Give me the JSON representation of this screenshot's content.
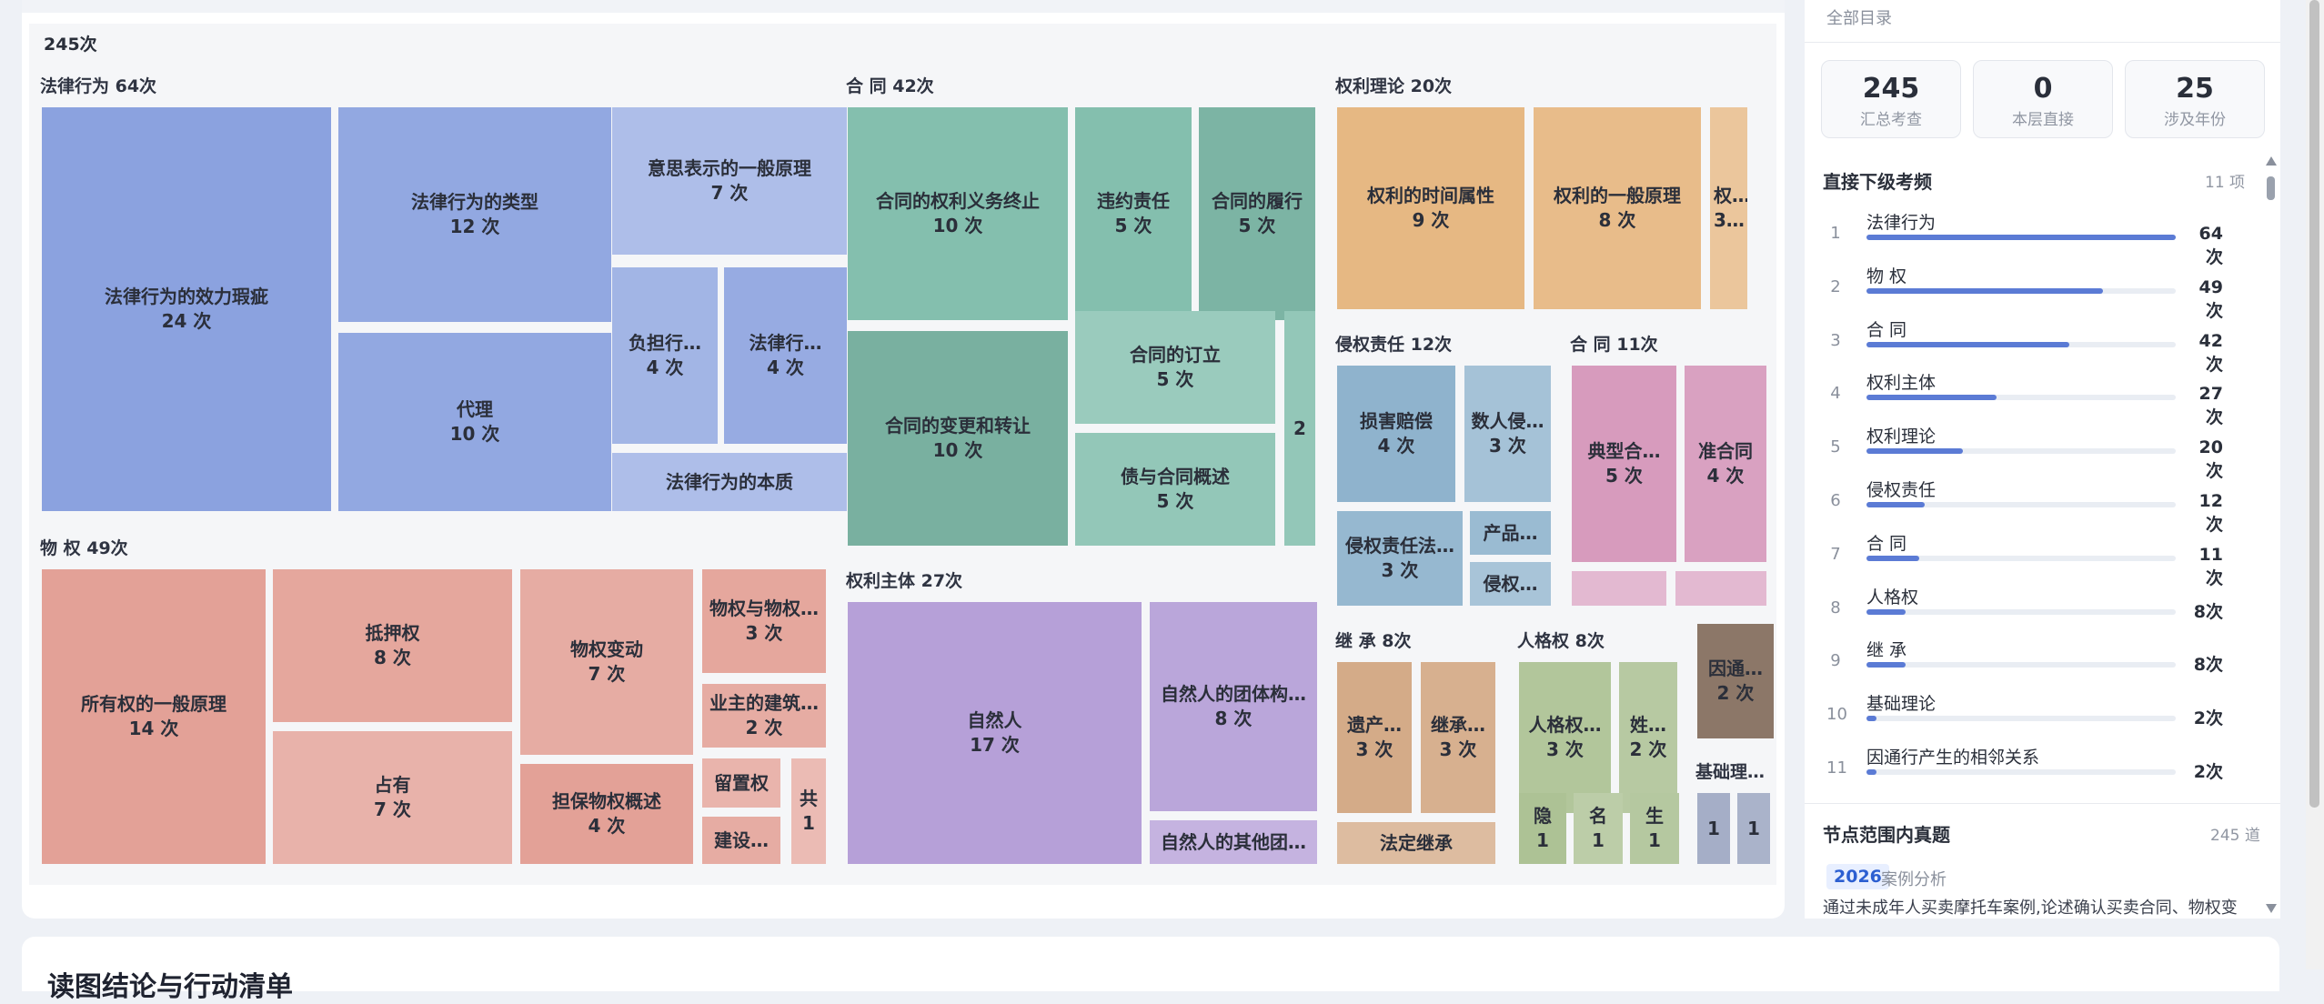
{
  "main": {
    "total_label": "245次",
    "groups": [
      {
        "title": "法律行为  64次",
        "color": "#8ba2df",
        "cells": [
          {
            "name": "法律行为的效力瑕疵",
            "count": "24 次"
          },
          {
            "name": "法律行为的类型",
            "count": "12 次"
          },
          {
            "name": "代理",
            "count": "10 次"
          },
          {
            "name": "意思表示的一般原理",
            "count": "7 次"
          },
          {
            "name": "负担行…",
            "count": "4 次"
          },
          {
            "name": "法律行…",
            "count": "4 次"
          },
          {
            "name": "法律行为的本质",
            "count": ""
          }
        ]
      },
      {
        "title": "物 权  49次",
        "color": "#e3a197",
        "cells": [
          {
            "name": "所有权的一般原理",
            "count": "14 次"
          },
          {
            "name": "抵押权",
            "count": "8 次"
          },
          {
            "name": "占有",
            "count": "7 次"
          },
          {
            "name": "物权变动",
            "count": "7 次"
          },
          {
            "name": "担保物权概述",
            "count": "4 次"
          },
          {
            "name": "物权与物权…",
            "count": "3 次"
          },
          {
            "name": "业主的建筑…",
            "count": "2 次"
          },
          {
            "name": "留置权",
            "count": ""
          },
          {
            "name": "建设…",
            "count": ""
          },
          {
            "name": "共",
            "count": "1"
          }
        ]
      },
      {
        "title": "合 同  42次",
        "color": "#84bfae",
        "cells": [
          {
            "name": "合同的权利义务终止",
            "count": "10 次"
          },
          {
            "name": "合同的变更和转让",
            "count": "10 次"
          },
          {
            "name": "违约责任",
            "count": "5 次"
          },
          {
            "name": "合同的履行",
            "count": "5 次"
          },
          {
            "name": "合同的订立",
            "count": "5 次"
          },
          {
            "name": "债与合同概述",
            "count": "5 次"
          },
          {
            "name": "2",
            "count": ""
          }
        ]
      },
      {
        "title": "权利主体  27次",
        "color": "#b6a0d8",
        "cells": [
          {
            "name": "自然人",
            "count": "17 次"
          },
          {
            "name": "自然人的团体构…",
            "count": "8 次"
          },
          {
            "name": "自然人的其他团…",
            "count": ""
          }
        ]
      },
      {
        "title": "权利理论  20次",
        "color": "#e6b883",
        "cells": [
          {
            "name": "权利的时间属性",
            "count": "9 次"
          },
          {
            "name": "权利的一般原理",
            "count": "8 次"
          },
          {
            "name": "权…",
            "count": "3 次"
          }
        ]
      },
      {
        "title": "侵权责任  12次",
        "color": "#8fb3cd",
        "cells": [
          {
            "name": "损害赔偿",
            "count": "4 次"
          },
          {
            "name": "数人侵…",
            "count": "3 次"
          },
          {
            "name": "侵权责任法…",
            "count": "3 次"
          },
          {
            "name": "产品…",
            "count": ""
          },
          {
            "name": "侵权…",
            "count": ""
          }
        ]
      },
      {
        "title": "合 同  11次",
        "color": "#d79bbd",
        "cells": [
          {
            "name": "典型合…",
            "count": "5 次"
          },
          {
            "name": "准合同",
            "count": "4 次"
          },
          {
            "name": "",
            "count": ""
          },
          {
            "name": "",
            "count": ""
          }
        ]
      },
      {
        "title": "继 承  8次",
        "color": "#d4ab88",
        "cells": [
          {
            "name": "遗产…",
            "count": "3 次"
          },
          {
            "name": "继承…",
            "count": "3 次"
          },
          {
            "name": "法定继承",
            "count": ""
          }
        ]
      },
      {
        "title": "人格权  8次",
        "color": "#adc295",
        "cells": [
          {
            "name": "人格权…",
            "count": "3 次"
          },
          {
            "name": "姓…",
            "count": "2 次"
          },
          {
            "name": "隐",
            "count": "1"
          },
          {
            "name": "名",
            "count": "1"
          },
          {
            "name": "生",
            "count": "1"
          }
        ]
      },
      {
        "title": "",
        "color": "#9c8474",
        "cells": [
          {
            "name": "因通…",
            "count": "2 次"
          }
        ]
      },
      {
        "title": "基础理…",
        "color": "#a5aec7",
        "cells": [
          {
            "name": "1",
            "count": ""
          },
          {
            "name": "1",
            "count": ""
          }
        ]
      }
    ]
  },
  "bottom": {
    "title": "读图结论与行动清单"
  },
  "side": {
    "breadcrumb": "全部目录",
    "stats": [
      {
        "value": "245",
        "label": "汇总考查"
      },
      {
        "value": "0",
        "label": "本层直接"
      },
      {
        "value": "25",
        "label": "涉及年份"
      }
    ],
    "ranking_title": "直接下级考频",
    "ranking_count": "11 项",
    "ranking": [
      {
        "index": "1",
        "label": "法律行为",
        "count": "64次",
        "ratio": 1.0
      },
      {
        "index": "2",
        "label": "物 权",
        "count": "49次",
        "ratio": 0.766
      },
      {
        "index": "3",
        "label": "合 同",
        "count": "42次",
        "ratio": 0.656
      },
      {
        "index": "4",
        "label": "权利主体",
        "count": "27次",
        "ratio": 0.422
      },
      {
        "index": "5",
        "label": "权利理论",
        "count": "20次",
        "ratio": 0.313
      },
      {
        "index": "6",
        "label": "侵权责任",
        "count": "12次",
        "ratio": 0.188
      },
      {
        "index": "7",
        "label": "合 同",
        "count": "11次",
        "ratio": 0.172
      },
      {
        "index": "8",
        "label": "人格权",
        "count": "8次",
        "ratio": 0.125
      },
      {
        "index": "9",
        "label": "继 承",
        "count": "8次",
        "ratio": 0.125
      },
      {
        "index": "10",
        "label": "基础理论",
        "count": "2次",
        "ratio": 0.031
      },
      {
        "index": "11",
        "label": "因通行产生的相邻关系",
        "count": "2次",
        "ratio": 0.031
      }
    ],
    "questions_title": "节点范围内真题",
    "questions_count": "245 道",
    "question": {
      "year": "2026",
      "type": "案例分析",
      "text": "通过未成年人买卖摩托车案例,论述确认买卖合同、物权变"
    }
  }
}
